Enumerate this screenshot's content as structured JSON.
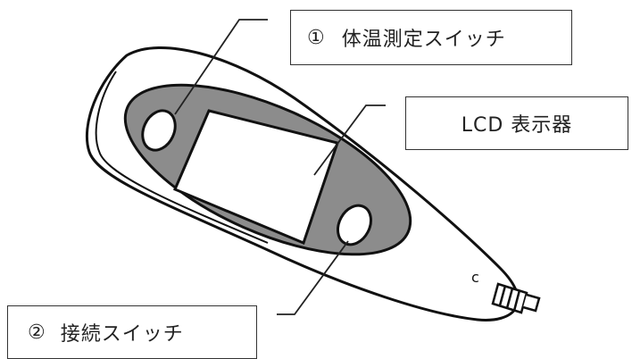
{
  "labels": {
    "temp_switch": {
      "number": "①",
      "text": "体温測定スイッチ"
    },
    "lcd": {
      "text": "LCD 表示器"
    },
    "connect_switch": {
      "number": "②",
      "text": "接続スイッチ"
    }
  },
  "device": {
    "connector_mark": "c",
    "colors": {
      "outline": "#111111",
      "body": "#ffffff",
      "panel": "#8c8c8c",
      "screen": "#ffffff"
    }
  }
}
